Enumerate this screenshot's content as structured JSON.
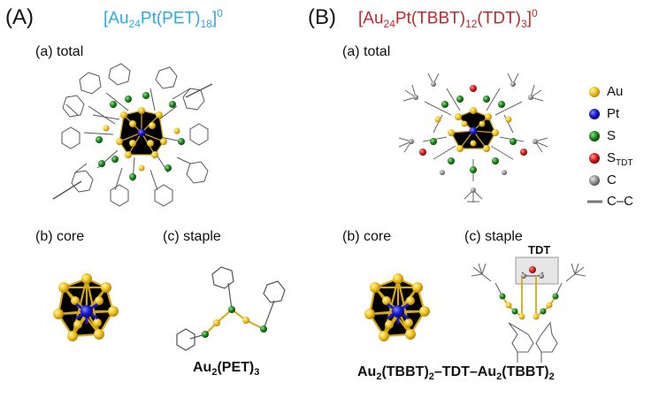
{
  "panels": [
    {
      "letter": "(A)",
      "formula": {
        "pre": "[Au",
        "s1": "24",
        "mid": "Pt(PET)",
        "s2": "18",
        "post": "]",
        "sup": "0"
      },
      "formula_color": "#29abe2",
      "total_label": "(a) total",
      "core_label": "(b) core",
      "staple_label": "(c) staple",
      "staple_caption": {
        "a": "Au",
        "s1": "2",
        "b": "(PET)",
        "s2": "3"
      }
    },
    {
      "letter": "(B)",
      "formula": {
        "pre": "[Au",
        "s1": "24",
        "mid": "Pt(TBBT)",
        "s2": "12",
        "mid2": "(TDT)",
        "s3": "3",
        "post": "]",
        "sup": "0"
      },
      "formula_color": "#c1272d",
      "total_label": "(a) total",
      "core_label": "(b) core",
      "staple_label": "(c) staple",
      "tdt_label": "TDT",
      "staple_caption": {
        "a": "Au",
        "s1": "2",
        "b": "(TBBT)",
        "s2": "2",
        "c": "–TDT–Au",
        "s3": "2",
        "d": "(TBBT)",
        "s4": "2"
      }
    }
  ],
  "legend": [
    {
      "label": "Au",
      "color": "#f2c31b",
      "icon": "gold-sphere-icon"
    },
    {
      "label": "Pt",
      "color": "#1a1ad6",
      "icon": "blue-sphere-icon"
    },
    {
      "label": "S",
      "color": "#1f8a1f",
      "icon": "green-sphere-icon"
    },
    {
      "label": "S",
      "sub": "TDT",
      "color": "#e01b1b",
      "icon": "red-sphere-icon"
    },
    {
      "label": "C",
      "color": "#9a9a9a",
      "icon": "gray-sphere-icon"
    },
    {
      "label": "C–C",
      "color": "#777777",
      "icon": "bond-line-icon"
    }
  ]
}
